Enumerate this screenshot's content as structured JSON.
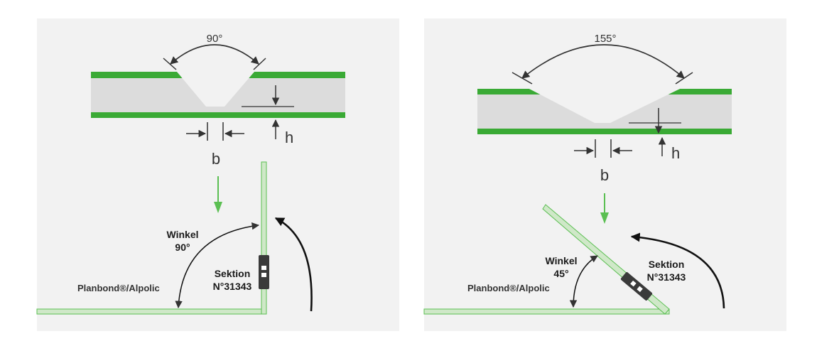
{
  "colors": {
    "green": "#3aaa35",
    "core": "#dcdcdc",
    "panel_bg": "#f2f2f2",
    "line": "#333333",
    "sheet_fill": "#cfe8c8",
    "sheet_edge": "#5bbf52"
  },
  "left": {
    "angle": "90°",
    "h_label": "h",
    "b_label": "b",
    "winkel": "Winkel",
    "winkel_value": "90°",
    "sektion": "Sektion",
    "sektion_no": "N°31343",
    "material": "Planbond®/Alpolic"
  },
  "right": {
    "angle": "155°",
    "h_label": "h",
    "b_label": "b",
    "winkel": "Winkel",
    "winkel_value": "45°",
    "sektion": "Sektion",
    "sektion_no": "N°31343",
    "material": "Planbond®/Alpolic"
  }
}
